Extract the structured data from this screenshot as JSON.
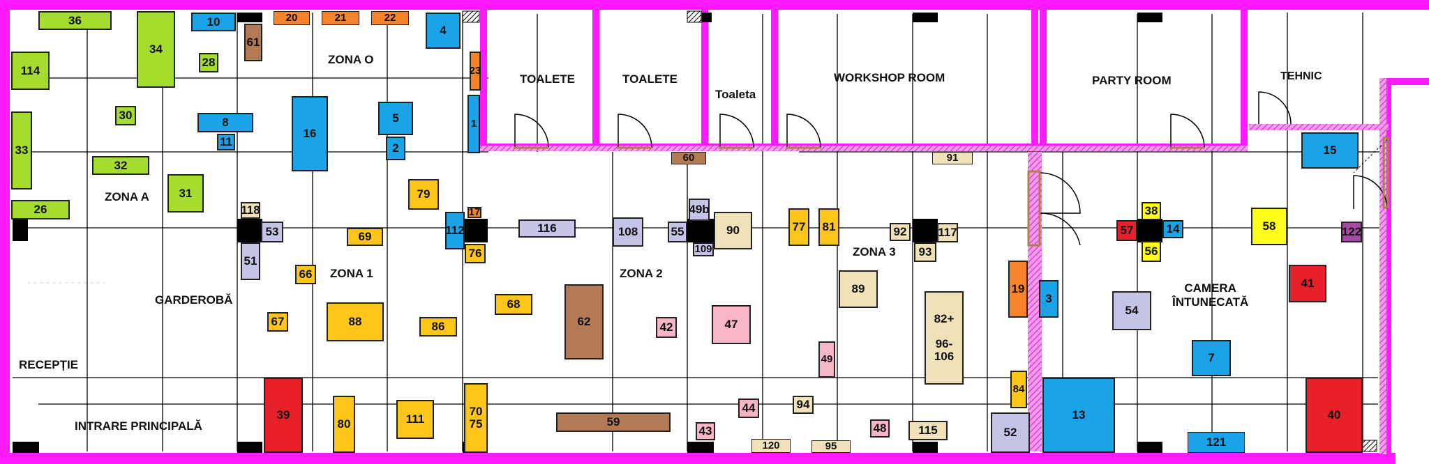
{
  "colors": {
    "wall": "#ff1aff",
    "green": "#a6dc2e",
    "blue": "#1aa3e8",
    "orange": "#f7842a",
    "yellow": "#ffc61a",
    "brown": "#b47a56",
    "lavender": "#c6c3e8",
    "beige": "#efe2b8",
    "pink": "#f7b6c8",
    "red": "#e8202a",
    "bright_yellow": "#ffff1a",
    "purple": "#a44aa4"
  },
  "labels": {
    "zona_o": "ZONA O",
    "zona_a": "ZONA A",
    "zona_1": "ZONA 1",
    "zona_2": "ZONA 2",
    "zona_3": "ZONA 3",
    "garderoba": "GARDEROBĂ",
    "receptie": "RECEPȚIE",
    "intrare": "INTRARE PRINCIPALĂ",
    "toalete_1": "TOALETE",
    "toalete_2": "TOALETE",
    "toaleta": "Toaleta",
    "workshop": "WORKSHOP ROOM",
    "party": "PARTY ROOM",
    "tehnic": "TEHNIC",
    "camera": "CAMERA\nÎNTUNECATĂ"
  },
  "stands": [
    {
      "id": "36",
      "color": "green"
    },
    {
      "id": "34",
      "color": "green"
    },
    {
      "id": "114",
      "color": "green"
    },
    {
      "id": "28",
      "color": "green"
    },
    {
      "id": "30",
      "color": "green"
    },
    {
      "id": "33",
      "color": "green"
    },
    {
      "id": "32",
      "color": "green"
    },
    {
      "id": "31",
      "color": "green"
    },
    {
      "id": "26",
      "color": "green"
    },
    {
      "id": "10",
      "color": "blue"
    },
    {
      "id": "20",
      "color": "orange"
    },
    {
      "id": "21",
      "color": "orange"
    },
    {
      "id": "22",
      "color": "orange"
    },
    {
      "id": "4",
      "color": "blue"
    },
    {
      "id": "61",
      "color": "brown"
    },
    {
      "id": "23",
      "color": "orange"
    },
    {
      "id": "8",
      "color": "blue"
    },
    {
      "id": "11",
      "color": "blue"
    },
    {
      "id": "16",
      "color": "blue"
    },
    {
      "id": "5",
      "color": "blue"
    },
    {
      "id": "2",
      "color": "blue"
    },
    {
      "id": "1",
      "color": "blue"
    },
    {
      "id": "79",
      "color": "yellow"
    },
    {
      "id": "17",
      "color": "orange"
    },
    {
      "id": "118",
      "color": "beige"
    },
    {
      "id": "53",
      "color": "lavender"
    },
    {
      "id": "51",
      "color": "lavender"
    },
    {
      "id": "69",
      "color": "yellow"
    },
    {
      "id": "66",
      "color": "yellow"
    },
    {
      "id": "112",
      "color": "blue"
    },
    {
      "id": "76",
      "color": "yellow"
    },
    {
      "id": "116",
      "color": "lavender"
    },
    {
      "id": "108",
      "color": "lavender"
    },
    {
      "id": "60",
      "color": "brown"
    },
    {
      "id": "49b",
      "color": "lavender"
    },
    {
      "id": "55",
      "color": "lavender"
    },
    {
      "id": "109",
      "color": "lavender"
    },
    {
      "id": "90",
      "color": "beige"
    },
    {
      "id": "77",
      "color": "yellow"
    },
    {
      "id": "81",
      "color": "yellow"
    },
    {
      "id": "91",
      "color": "beige"
    },
    {
      "id": "92",
      "color": "beige"
    },
    {
      "id": "117",
      "color": "beige"
    },
    {
      "id": "93",
      "color": "beige"
    },
    {
      "id": "67",
      "color": "yellow"
    },
    {
      "id": "88",
      "color": "yellow"
    },
    {
      "id": "86",
      "color": "yellow"
    },
    {
      "id": "68",
      "color": "yellow"
    },
    {
      "id": "62",
      "color": "brown"
    },
    {
      "id": "42",
      "color": "pink"
    },
    {
      "id": "47",
      "color": "pink"
    },
    {
      "id": "89",
      "color": "beige"
    },
    {
      "id": "82+\n\n96-\n106",
      "color": "beige"
    },
    {
      "id": "49",
      "color": "pink"
    },
    {
      "id": "39",
      "color": "red"
    },
    {
      "id": "80",
      "color": "yellow"
    },
    {
      "id": "111",
      "color": "yellow"
    },
    {
      "id": "70\n75",
      "color": "yellow"
    },
    {
      "id": "59",
      "color": "brown"
    },
    {
      "id": "44",
      "color": "pink"
    },
    {
      "id": "94",
      "color": "beige"
    },
    {
      "id": "43",
      "color": "pink"
    },
    {
      "id": "120",
      "color": "beige"
    },
    {
      "id": "95",
      "color": "beige"
    },
    {
      "id": "48",
      "color": "pink"
    },
    {
      "id": "115",
      "color": "beige"
    },
    {
      "id": "52",
      "color": "lavender"
    },
    {
      "id": "84",
      "color": "yellow"
    },
    {
      "id": "19",
      "color": "orange"
    },
    {
      "id": "3",
      "color": "blue"
    },
    {
      "id": "13",
      "color": "blue"
    },
    {
      "id": "38",
      "color": "bright_yellow"
    },
    {
      "id": "57",
      "color": "red"
    },
    {
      "id": "14",
      "color": "blue"
    },
    {
      "id": "56",
      "color": "bright_yellow"
    },
    {
      "id": "58",
      "color": "bright_yellow"
    },
    {
      "id": "122",
      "color": "purple"
    },
    {
      "id": "15",
      "color": "blue"
    },
    {
      "id": "41",
      "color": "red"
    },
    {
      "id": "54",
      "color": "lavender"
    },
    {
      "id": "7",
      "color": "blue"
    },
    {
      "id": "121",
      "color": "blue"
    },
    {
      "id": "40",
      "color": "red"
    }
  ]
}
